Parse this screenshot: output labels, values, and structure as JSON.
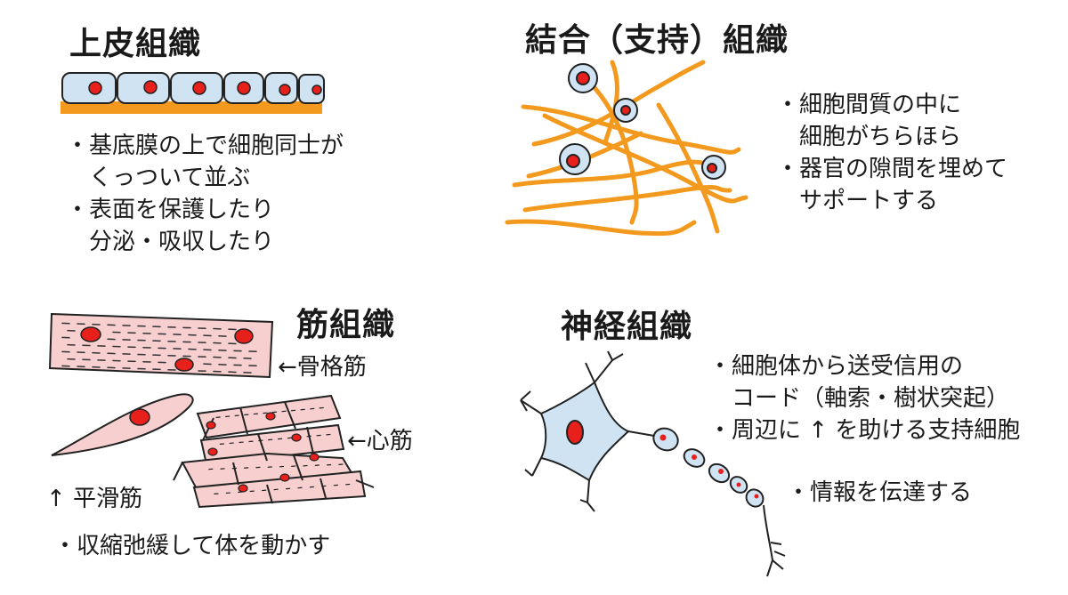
{
  "epithelial": {
    "title": "上皮組織",
    "lines": [
      "・基底膜の上で細胞同士が",
      "　くっついて並ぶ",
      "・表面を保護したり",
      "　分泌・吸収したり"
    ]
  },
  "connective": {
    "title": "結合（支持）組織",
    "lines": [
      "・細胞間質の中に",
      "　細胞がちらほら",
      "・器官の隙間を埋めて",
      "　サポートする"
    ]
  },
  "muscle": {
    "title": "筋組織",
    "skeletal_label": "←骨格筋",
    "cardiac_label": "←心筋",
    "smooth_label": "↑ 平滑筋",
    "lines": [
      "・収縮弛緩して体を動かす"
    ]
  },
  "nervous": {
    "title": "神経組織",
    "lines": [
      "・細胞体から送受信用の",
      "　コード（軸索・樹状突起）",
      "・周辺に ↑ を助ける支持細胞"
    ],
    "line4": "・情報を伝達する"
  },
  "colors": {
    "cell_blue": "#cfe3f3",
    "nucleus_red": "#e8201c",
    "membrane_orange": "#f39a1e",
    "fiber_orange": "#f39a1e",
    "muscle_pink": "#f7cfcf"
  }
}
